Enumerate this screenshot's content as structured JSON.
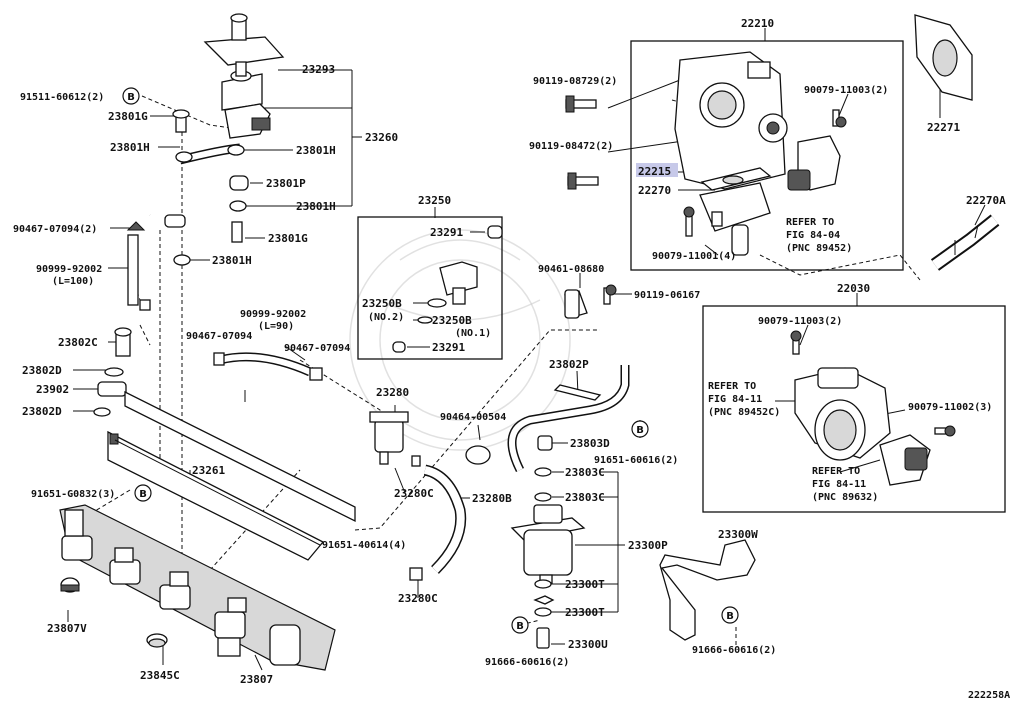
{
  "diagram_code": "222258A",
  "highlighted_part": "22215",
  "labels": {
    "p22210": "22210",
    "p22271": "22271",
    "p22270A": "22270A",
    "p22215": "22215",
    "p22270": "22270",
    "p22030": "22030",
    "p23293": "23293",
    "p23260": "23260",
    "p23250": "23250",
    "p23261": "23261",
    "p23280": "23280",
    "p23802P": "23802P",
    "p23300P": "23300P",
    "p23300W": "23300W",
    "p23807V": "23807V",
    "p23845C": "23845C",
    "p23807": "23807",
    "b91511": "91511-60612(2)",
    "b23801G_a": "23801G",
    "b23801H_a": "23801H",
    "b23801H_b": "23801H",
    "b23801P": "23801P",
    "b23801H_c": "23801H",
    "b23801G_b": "23801G",
    "b23801H_d": "23801H",
    "b90467a": "90467-07094(2)",
    "b90999a": "90999-92002",
    "b90999a_len": "(L=100)",
    "b23802C": "23802C",
    "b23802D_a": "23802D",
    "b23902": "23902",
    "b23802D_b": "23802D",
    "b91651a": "91651-G0832(3)",
    "b23291a": "23291",
    "b23250B1": "23250B",
    "b23250B1n": "(NO.2)",
    "b23250B2": "23250B",
    "b23250B2n": "(NO.1)",
    "b23291b": "23291",
    "b90999b": "90999-92002",
    "b90999b_len": "(L=90)",
    "b90467b": "90467-07094",
    "b90467c": "90467-07094",
    "b23280C_a": "23280C",
    "b23280B": "23280B",
    "b23280C_b": "23280C",
    "b91651b": "91651-40614(4)",
    "b90119a": "90119-08729(2)",
    "b90119b": "90119-08472(2)",
    "b90079a": "90079-11003(2)",
    "b90079b": "90079-11001(4)",
    "refer1a": "REFER TO",
    "refer1b": "FIG 84-04",
    "refer1c": "(PNC 89452)",
    "b90461": "90461-08680",
    "b90119c": "90119-06167",
    "b90079c": "90079-11003(2)",
    "refer2a": "REFER TO",
    "refer2b": "FIG 84-11",
    "refer2c": "(PNC 89452C)",
    "b90079d": "90079-11002(3)",
    "refer3a": "REFER TO",
    "refer3b": "FIG 84-11",
    "refer3c": "(PNC 89632)",
    "b90464": "90464-00504",
    "b23803D": "23803D",
    "b91651c": "91651-60616(2)",
    "b23803C_a": "23803C",
    "b23803C_b": "23803C",
    "b23300T_a": "23300T",
    "b23300T_b": "23300T",
    "b23300U": "23300U",
    "b91666a": "91666-60616(2)",
    "b91666b": "91666-60616(2)",
    "mark_b": "B"
  }
}
